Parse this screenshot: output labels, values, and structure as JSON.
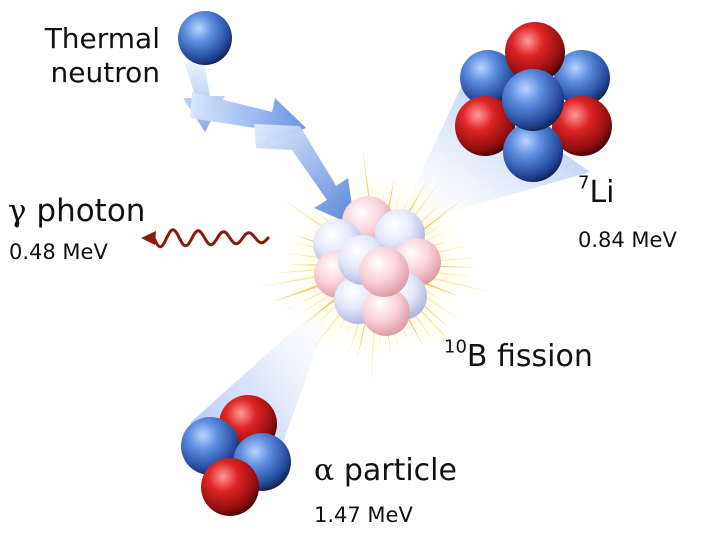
{
  "labels": {
    "thermal_line1": "Thermal",
    "thermal_line2": "neutron",
    "gamma_symbol": "γ",
    "gamma_word": "photon",
    "gamma_energy": "0.48 MeV",
    "li_mass_number": "7",
    "li_symbol": "Li",
    "li_energy": "0.84 MeV",
    "boron_mass_number": "10",
    "boron_text": "B fission",
    "alpha_symbol": "α",
    "alpha_word": "particle",
    "alpha_energy": "1.47 MeV"
  },
  "colors": {
    "neutron": "#3f6fc2",
    "proton": "#c41818",
    "excited_neutron": "#dfe3f7",
    "excited_proton": "#f6c9d0",
    "gamma_wave": "#8b1a0e",
    "arrow": "#7ea6e8",
    "burst": "#f2c24a"
  }
}
